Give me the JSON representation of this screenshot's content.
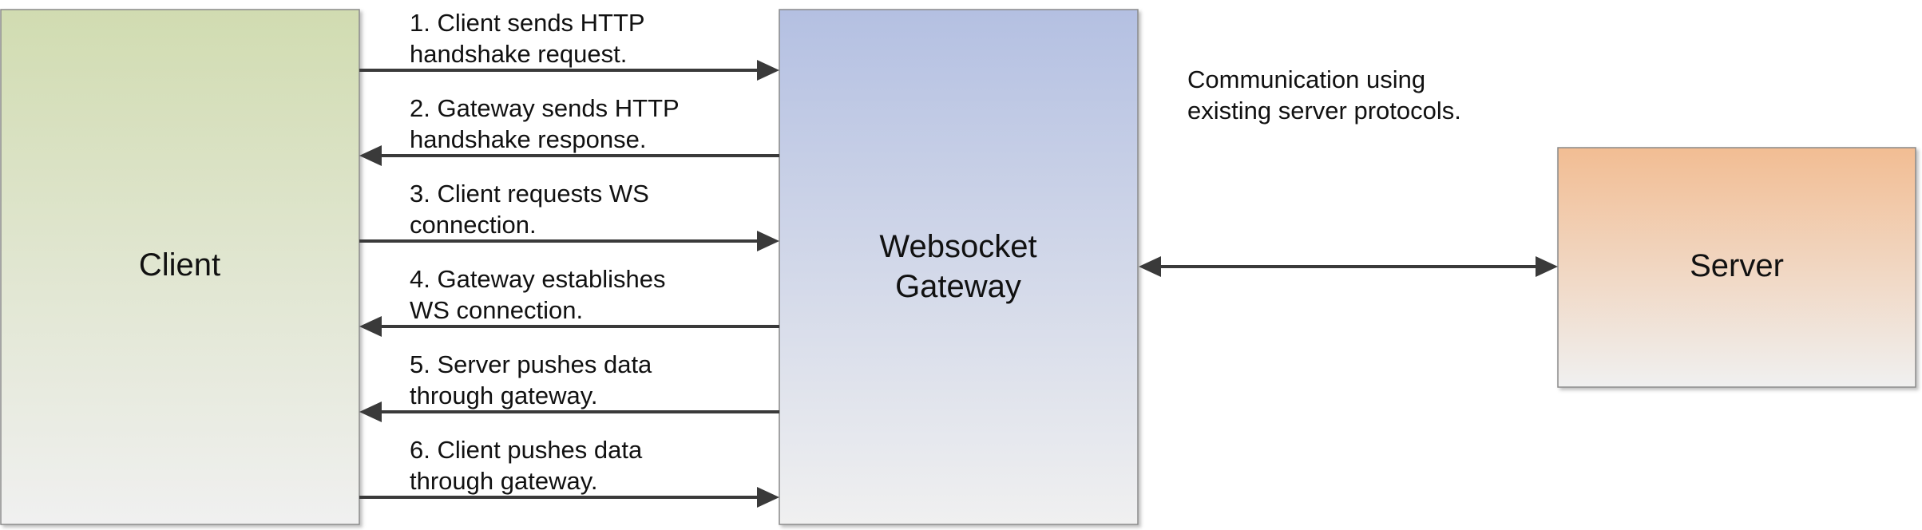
{
  "nodes": {
    "client": {
      "label": "Client",
      "color_top": "#d1dcb1",
      "color_bottom": "#f0f0f0"
    },
    "gateway": {
      "label_line1": "Websocket",
      "label_line2": "Gateway",
      "color_top": "#b4c0e2",
      "color_bottom": "#f0f0f0"
    },
    "server": {
      "label": "Server",
      "color_top": "#f2bd93",
      "color_bottom": "#f0f0f0"
    }
  },
  "steps": [
    {
      "line1": "1. Client sends HTTP",
      "line2": "handshake request.",
      "direction": "client-to-gateway"
    },
    {
      "line1": "2. Gateway sends HTTP",
      "line2": "handshake response.",
      "direction": "gateway-to-client"
    },
    {
      "line1": "3. Client requests WS",
      "line2": "connection.",
      "direction": "client-to-gateway"
    },
    {
      "line1": "4. Gateway establishes",
      "line2": "WS connection.",
      "direction": "gateway-to-client"
    },
    {
      "line1": "5. Server pushes data",
      "line2": "through gateway.",
      "direction": "gateway-to-client"
    },
    {
      "line1": "6. Client pushes data",
      "line2": "through gateway.",
      "direction": "client-to-gateway"
    }
  ],
  "gateway_server_link": {
    "line1": "Communication using",
    "line2": "existing server protocols.",
    "direction": "bidirectional"
  }
}
